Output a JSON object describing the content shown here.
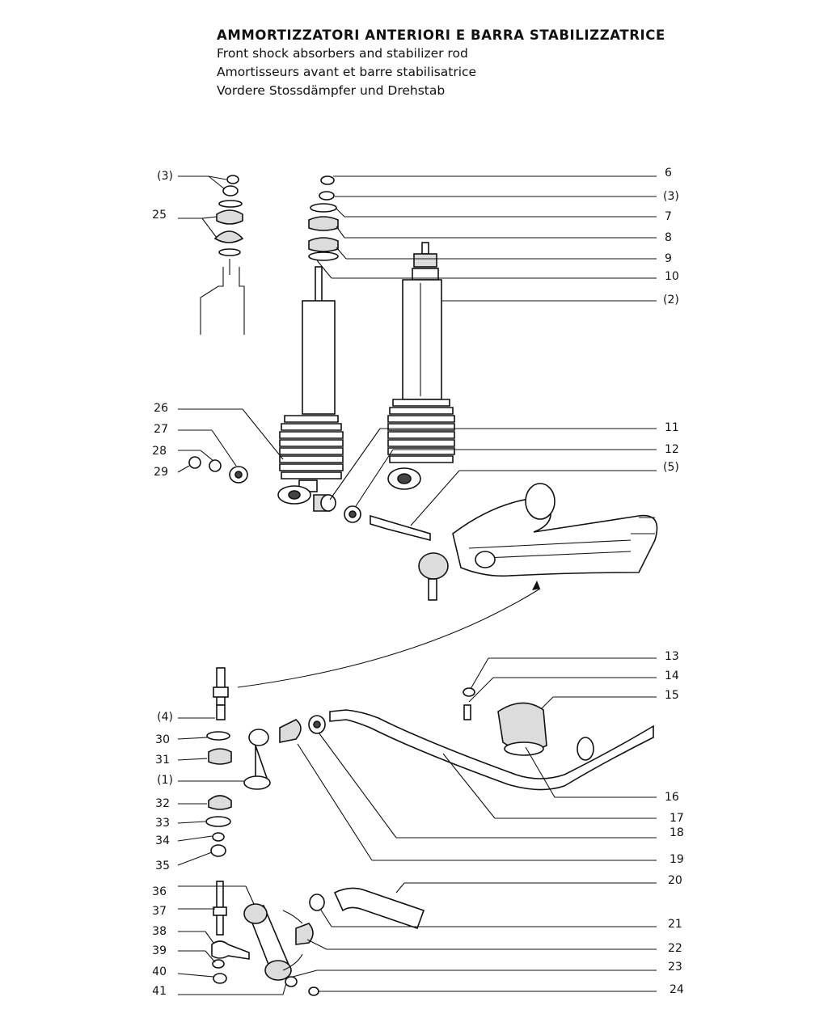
{
  "title_lines": [
    "AMMORTIZZATORI ANTERIORI E BARRA STABILIZZATRICE",
    "Front shock absorbers and stabilizer rod",
    "Amortisseurs avant et barre stabilisatrice",
    "Vordere Stossdämpfer und Drehstab"
  ],
  "callouts": {
    "left": [
      "(3)",
      "25",
      "26",
      "27",
      "28",
      "29",
      "(4)",
      "30",
      "31",
      "(1)",
      "32",
      "33",
      "34",
      "35",
      "36",
      "37",
      "38",
      "39",
      "40",
      "41"
    ],
    "right": [
      "6",
      "(3)",
      "7",
      "8",
      "9",
      "10",
      "(2)",
      "11",
      "12",
      "(5)",
      "13",
      "14",
      "15",
      "16",
      "17",
      "18",
      "19",
      "20",
      "21",
      "22",
      "23",
      "24"
    ]
  }
}
